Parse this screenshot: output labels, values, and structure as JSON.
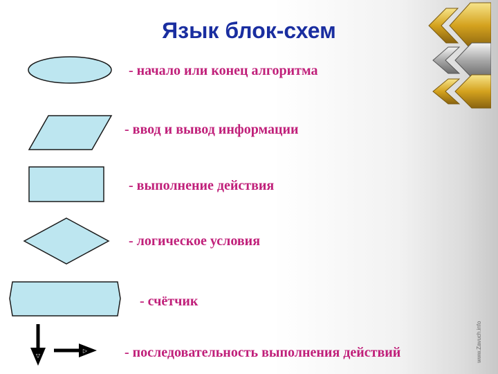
{
  "title": "Язык блок-схем",
  "legend": [
    {
      "symbol": "terminal-oval",
      "label": "- начало или конец алгоритма"
    },
    {
      "symbol": "io-parallelogram",
      "label": "- ввод и вывод информации"
    },
    {
      "symbol": "process-rectangle",
      "label": "- выполнение действия"
    },
    {
      "symbol": "decision-diamond",
      "label": "- логическое условия"
    },
    {
      "symbol": "counter-hexagon",
      "label": "- счётчик"
    },
    {
      "symbol": "flow-arrows",
      "label": "- последовательность выполнения действий"
    }
  ],
  "side_watermark": "www.Zavuch.info",
  "colors": {
    "title": "#1a2ea0",
    "label": "#c0207a",
    "shape_fill": "#bde6f0",
    "shape_stroke": "#1a1a1a",
    "arrow": "#000000"
  },
  "decorations": [
    "gold-chevron-icon",
    "silver-chevron-icon",
    "gold-chevron-icon"
  ]
}
